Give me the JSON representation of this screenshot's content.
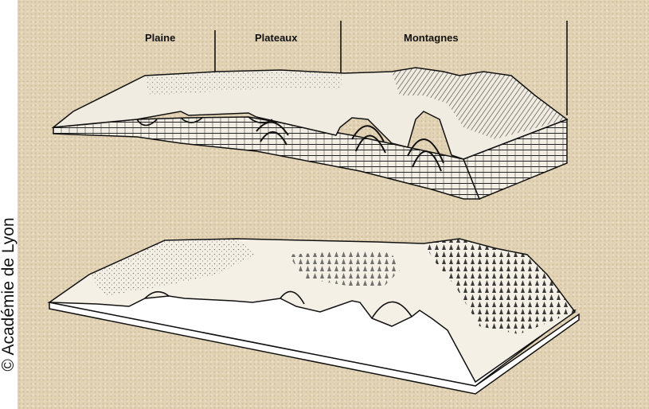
{
  "credit": "© Académie de Lyon",
  "labels": {
    "plaine": "Plaine",
    "plateaux": "Plateaux",
    "montagnes": "Montagnes"
  },
  "colors": {
    "paper": "#e3d3b5",
    "ink": "#1a1a1a",
    "block_light": "#f4f0e6"
  }
}
